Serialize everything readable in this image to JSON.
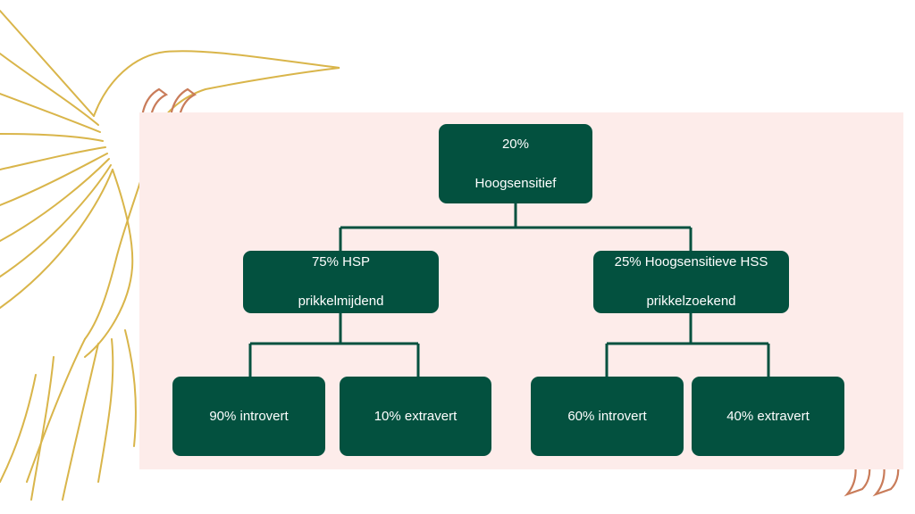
{
  "colors": {
    "panel": "#fdecea",
    "node_fill": "#03513f",
    "node_text": "#ffffff",
    "connector": "#03513f",
    "bird_line": "#d9b54a",
    "quote_mark": "#c97c5a"
  },
  "icons": [
    "bird-outline-icon",
    "open-quote-icon",
    "close-quote-icon"
  ],
  "tree": {
    "root": {
      "line1": "20%",
      "line2": "Hoogsensitief"
    },
    "left": {
      "line1": "75%  HSP",
      "line2": "prikkelmijdend"
    },
    "right": {
      "line1": "25% Hoogsensitieve HSS",
      "line2": "prikkelzoekend"
    },
    "leaves": [
      {
        "label": "90%  introvert"
      },
      {
        "label": "10%  extravert"
      },
      {
        "label": "60%  introvert"
      },
      {
        "label": "40%  extravert"
      }
    ]
  }
}
